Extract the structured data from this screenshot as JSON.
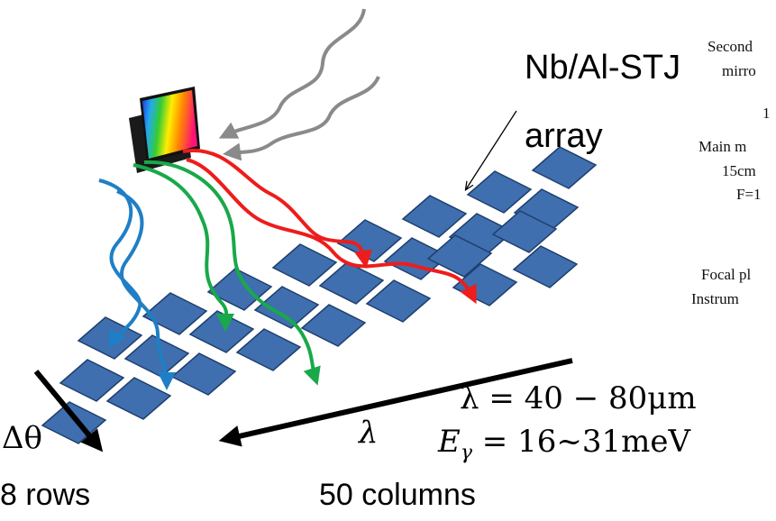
{
  "labels": {
    "array_line1": "Nb/Al-STJ",
    "array_line2": "array",
    "lambda_axis": "λ",
    "delta_theta": "Δθ",
    "rows": "8 rows",
    "columns": "50 columns",
    "lambda_range": "λ = 40 − 80μm",
    "energy_prefix": "E",
    "energy_sub": "γ",
    "energy_range": " = 16~31meV"
  },
  "side_text": [
    "Second",
    "mirro",
    "1",
    "Main m",
    "15cm",
    "F=1",
    "Focal pl",
    "Instrum"
  ],
  "colors": {
    "pixel_fill": "#3f6fae",
    "pixel_edge": "#1f3f6e",
    "arrow_black": "#000000",
    "ray_gray": "#8a8a8a",
    "ray_red": "#ee1c1c",
    "ray_green": "#19a84a",
    "ray_blue": "#1f7fc6"
  },
  "icons": {
    "grating": "rainbow-grating-icon",
    "pixel": "stj-pixel-icon"
  }
}
